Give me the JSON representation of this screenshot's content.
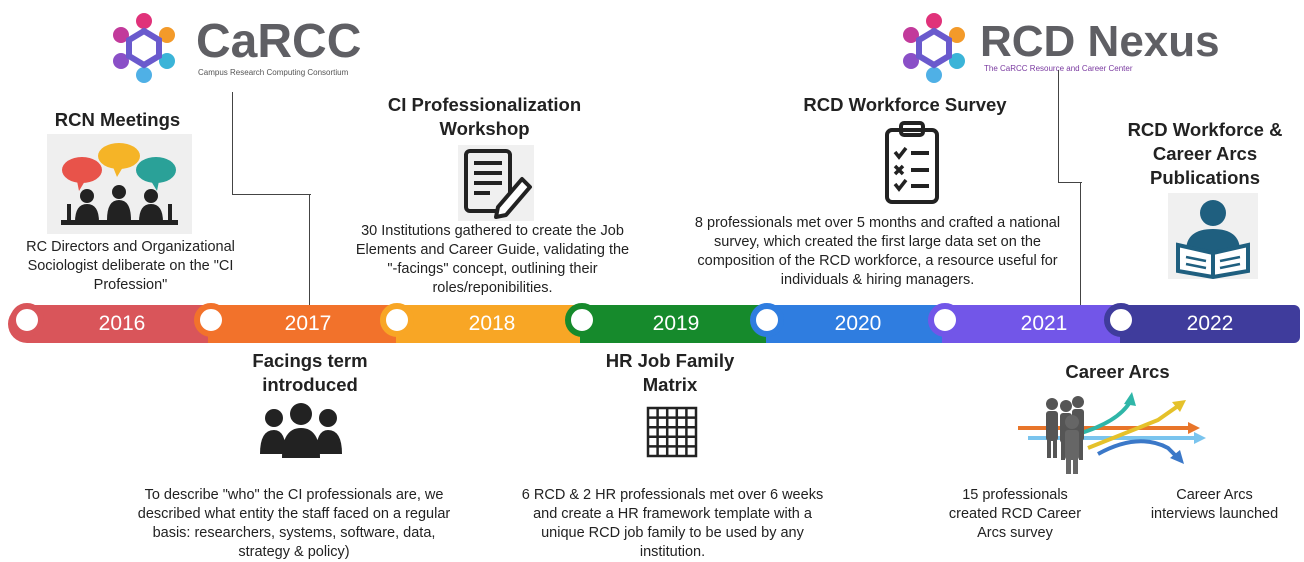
{
  "logos": {
    "carcc": {
      "name": "CaRCC",
      "subtitle": "Campus Research Computing Consortium"
    },
    "rcd_nexus": {
      "name": "RCD Nexus",
      "subtitle": "The CaRCC Resource and Career Center"
    }
  },
  "timeline": {
    "years": [
      "2016",
      "2017",
      "2018",
      "2019",
      "2020",
      "2021",
      "2022"
    ],
    "colors": [
      "#d9555a",
      "#f2722b",
      "#f8a625",
      "#168a2c",
      "#2f7de0",
      "#7256e8",
      "#3f3c9c"
    ]
  },
  "events": {
    "rcn": {
      "title": "RCN Meetings",
      "description": "RC Directors and Organizational Sociologist deliberate on the \"CI Profession\""
    },
    "ci_workshop": {
      "title": "CI Professionalization Workshop",
      "description": "30 Institutions gathered to create the Job Elements and Career Guide, validating the \"-facings\" concept, outlining their roles/reponibilities."
    },
    "survey": {
      "title": "RCD Workforce Survey",
      "description": "8 professionals met over 5 months and crafted a national survey, which created the first large data set on the composition of the RCD workforce, a resource useful for individuals & hiring managers."
    },
    "publications": {
      "title": "RCD Workforce & Career Arcs Publications"
    },
    "facings": {
      "title": "Facings term introduced",
      "description": "To describe \"who\" the CI professionals are, we described what entity the staff faced on a regular basis: researchers, systems, software, data, strategy & policy)"
    },
    "hr_matrix": {
      "title": "HR Job Family Matrix",
      "description": "6 RCD & 2 HR professionals met over 6 weeks and create a HR framework template with a unique RCD job family to be used by any institution."
    },
    "career_arcs": {
      "title": "Career Arcs",
      "survey_text": "15 professionals created RCD Career Arcs survey",
      "interviews_text": "Career Arcs interviews launched"
    }
  }
}
